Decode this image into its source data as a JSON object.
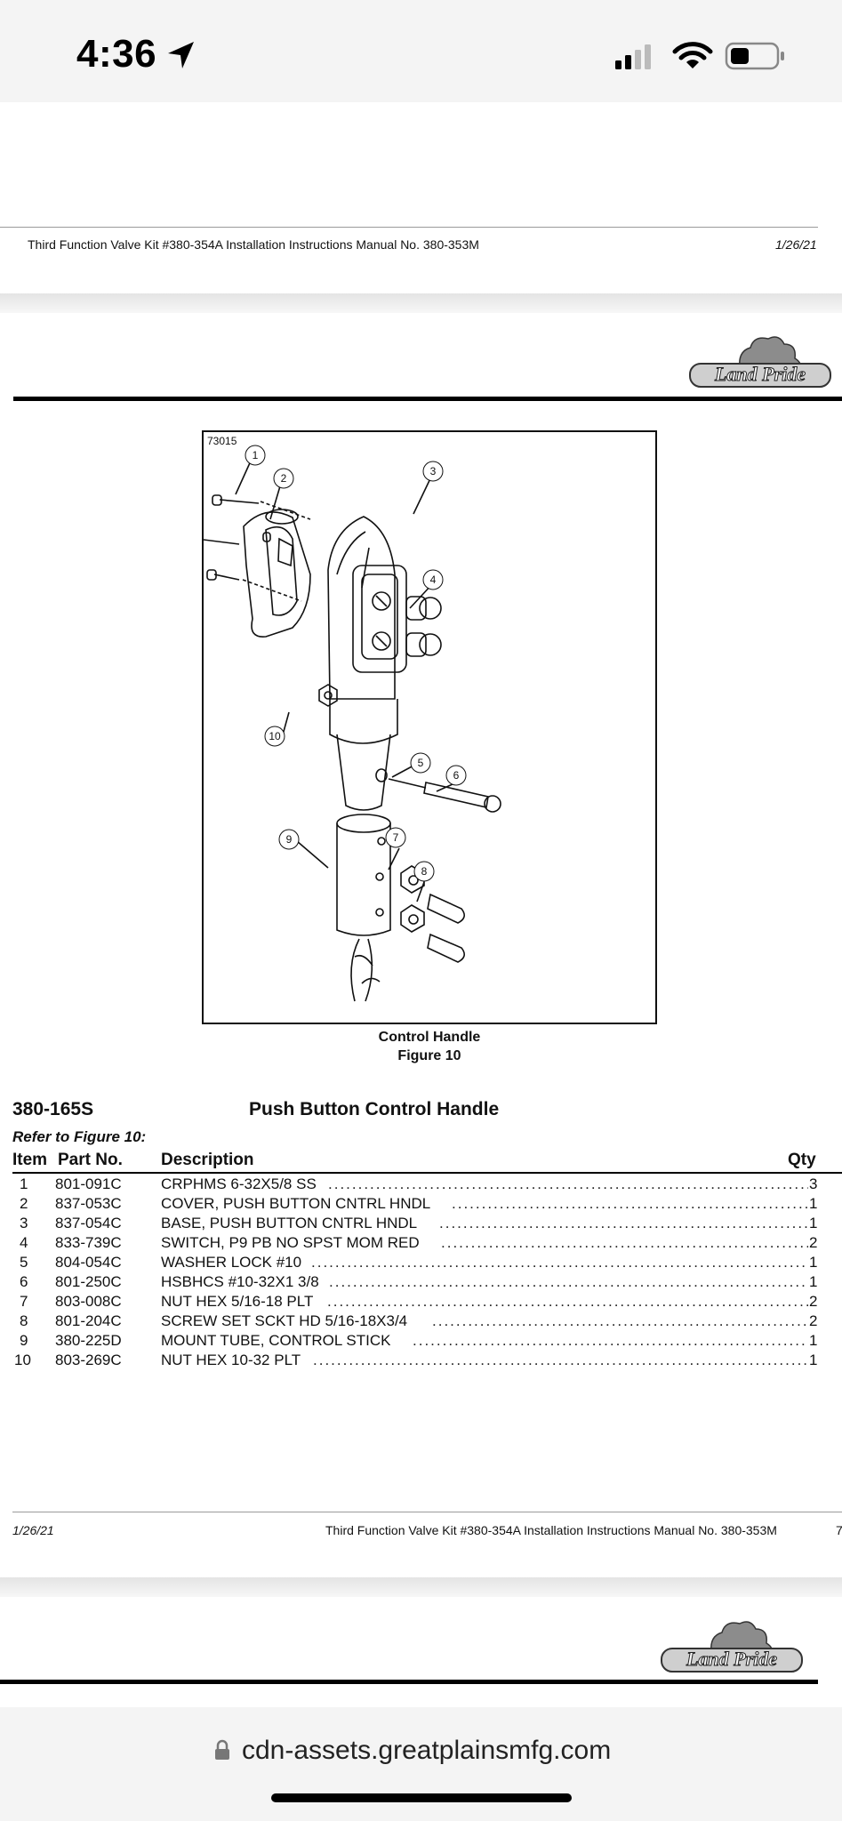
{
  "status_bar": {
    "time": "4:36"
  },
  "page1_footer": {
    "title": "Third Function Valve Kit #380-354A Installation Instructions Manual No. 380-353M",
    "date": "1/26/21"
  },
  "logo": {
    "text": "Land Pride"
  },
  "figure": {
    "id": "73015",
    "caption": "Control Handle",
    "number": "Figure 10",
    "callouts": [
      "1",
      "2",
      "3",
      "4",
      "5",
      "6",
      "7",
      "8",
      "9",
      "10"
    ]
  },
  "parts_list": {
    "part_number": "380-165S",
    "title": "Push Button Control Handle",
    "refer": "Refer to Figure 10:",
    "headers": {
      "item": "Item",
      "part": "Part No.",
      "desc": "Description",
      "qty": "Qty"
    },
    "rows": [
      {
        "item": "1",
        "part": "801-091C",
        "desc": "CRPHMS 6-32X5/8 SS",
        "qty": "3"
      },
      {
        "item": "2",
        "part": "837-053C",
        "desc": "COVER, PUSH BUTTON CNTRL HNDL",
        "qty": "1"
      },
      {
        "item": "3",
        "part": "837-054C",
        "desc": "BASE, PUSH BUTTON CNTRL HNDL",
        "qty": "1"
      },
      {
        "item": "4",
        "part": "833-739C",
        "desc": "SWITCH, P9 PB NO SPST MOM RED",
        "qty": "2"
      },
      {
        "item": "5",
        "part": "804-054C",
        "desc": "WASHER LOCK #10",
        "qty": "1"
      },
      {
        "item": "6",
        "part": "801-250C",
        "desc": "HSBHCS #10-32X1 3/8",
        "qty": "1"
      },
      {
        "item": "7",
        "part": "803-008C",
        "desc": "NUT HEX 5/16-18 PLT",
        "qty": "2"
      },
      {
        "item": "8",
        "part": "801-204C",
        "desc": "SCREW SET SCKT HD 5/16-18X3/4",
        "qty": "2"
      },
      {
        "item": "9",
        "part": "380-225D",
        "desc": "MOUNT TUBE, CONTROL STICK",
        "qty": "1"
      },
      {
        "item": "10",
        "part": "803-269C",
        "desc": "NUT HEX 10-32 PLT",
        "qty": "1"
      }
    ]
  },
  "page2_footer": {
    "date": "1/26/21",
    "title": "Third Function Valve Kit #380-354A Installation Instructions Manual No. 380-353M",
    "page": "7"
  },
  "browser": {
    "url": "cdn-assets.greatplainsmfg.com"
  }
}
